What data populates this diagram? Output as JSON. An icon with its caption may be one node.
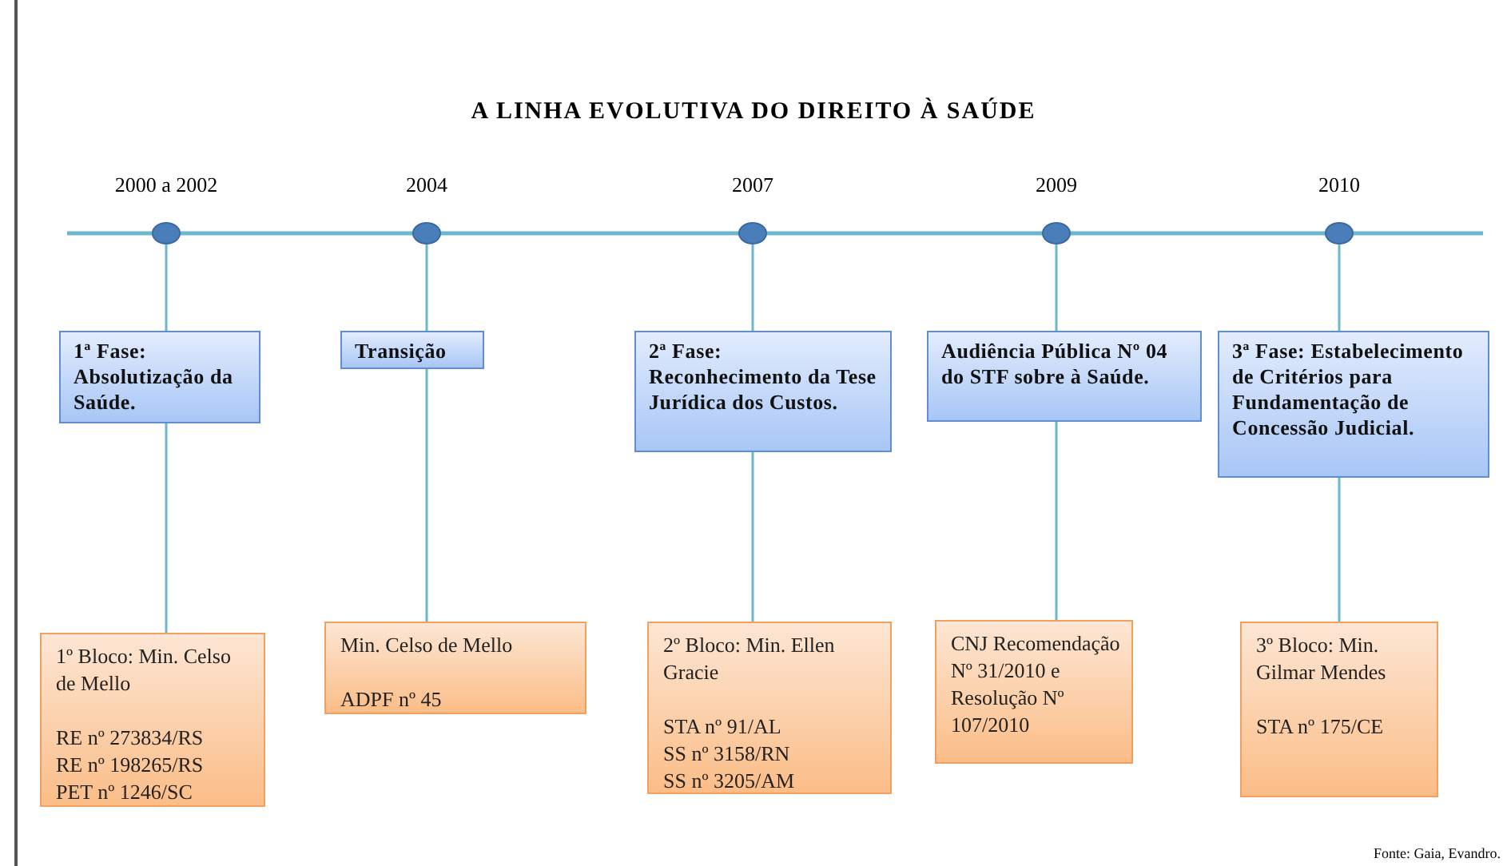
{
  "diagram": {
    "title": "A LINHA EVOLUTIVA DO DIREITO À SAÚDE",
    "caption": "Fonte: Gaia, Evandro.",
    "nodes": [
      {
        "text": [],
        "shape": "circle",
        "beside": [
          "2000 a 2002"
        ]
      },
      {
        "text": [],
        "shape": "circle",
        "beside": [
          "2004"
        ]
      },
      {
        "text": [],
        "shape": "circle",
        "beside": [
          "2007"
        ]
      },
      {
        "text": [],
        "shape": "circle",
        "beside": [
          "2009"
        ]
      },
      {
        "text": [],
        "shape": "circle",
        "beside": [
          "2010"
        ]
      },
      {
        "text": [
          "1ª Fase: Absolutização da Saúde."
        ]
      },
      {
        "text": [
          "Transição"
        ]
      },
      {
        "text": [
          "2ª Fase: Reconhecimento da Tese Jurídica dos Custos."
        ]
      },
      {
        "text": [
          "Audiência Pública Nº 04 do STF sobre à Saúde."
        ]
      },
      {
        "text": [
          "3ª Fase: Estabelecimento de Critérios para Fundamentação de Concessão Judicial."
        ]
      },
      {
        "text": [
          "1º Bloco: Min. Celso de Mello",
          "RE nº 273834/RS",
          "RE nº 198265/RS",
          "PET nº 1246/SC"
        ]
      },
      {
        "text": [
          "Min. Celso de Mello",
          "ADPF nº 45"
        ]
      },
      {
        "text": [
          "2º Bloco: Min. Ellen Gracie",
          "STA nº 91/AL",
          "SS nº 3158/RN",
          "SS nº 3205/AM"
        ]
      },
      {
        "text": [
          "CNJ Recomendação Nº 31/2010 e Resolução Nº 107/2010"
        ]
      },
      {
        "text": [
          "3º Bloco: Min. Gilmar Mendes",
          "STA nº 175/CE"
        ]
      }
    ],
    "edges": [
      {
        "from": 0,
        "to": 5,
        "arrow": "none"
      },
      {
        "from": 1,
        "to": 6,
        "arrow": "none"
      },
      {
        "from": 2,
        "to": 7,
        "arrow": "none"
      },
      {
        "from": 3,
        "to": 8,
        "arrow": "none"
      },
      {
        "from": 4,
        "to": 9,
        "arrow": "none"
      },
      {
        "from": 5,
        "to": 10,
        "arrow": "none"
      },
      {
        "from": 6,
        "to": 11,
        "arrow": "none"
      },
      {
        "from": 7,
        "to": 12,
        "arrow": "none"
      },
      {
        "from": 8,
        "to": 13,
        "arrow": "none"
      },
      {
        "from": 9,
        "to": 14,
        "arrow": "none"
      }
    ]
  }
}
